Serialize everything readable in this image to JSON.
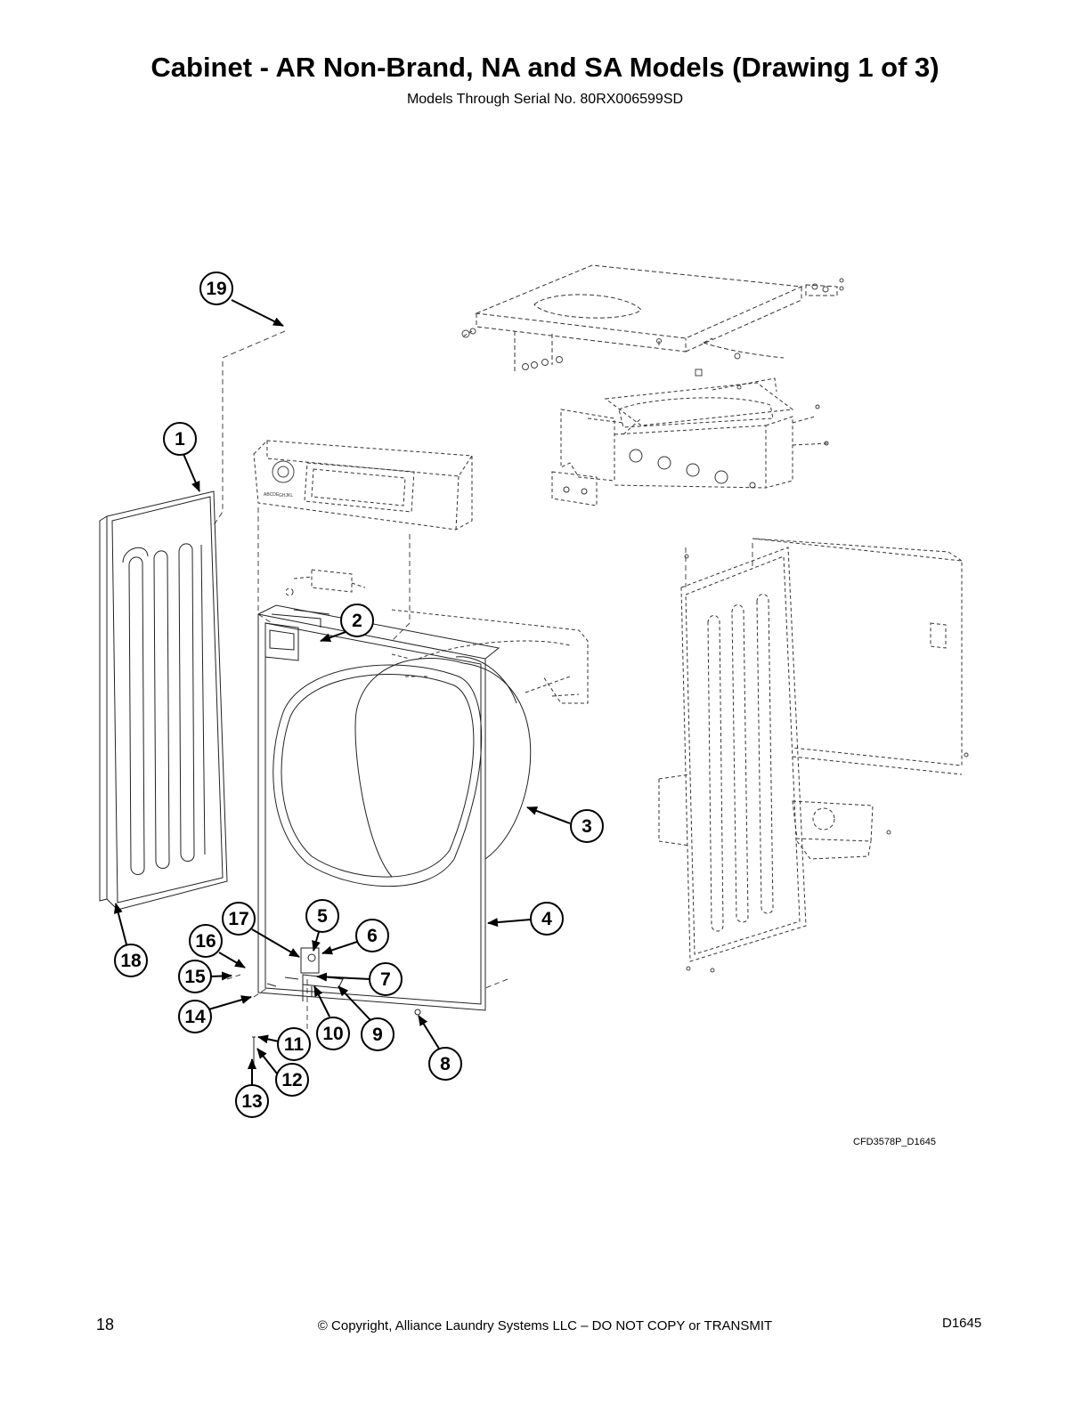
{
  "page": {
    "title": "Cabinet - AR Non-Brand, NA and SA Models (Drawing 1 of 3)",
    "subtitle": "Models Through Serial No. 80RX006599SD",
    "drawing_code": "CFD3578P_D1645",
    "page_number": "18",
    "copyright": "© Copyright, Alliance Laundry Systems LLC – DO NOT COPY or TRANSMIT",
    "doc_id": "D1645"
  },
  "callouts": [
    "1",
    "2",
    "3",
    "4",
    "5",
    "6",
    "7",
    "8",
    "9",
    "10",
    "11",
    "12",
    "13",
    "14",
    "15",
    "16",
    "17",
    "18",
    "19"
  ],
  "control_panel": {
    "dial_labels": [
      "ABCDE",
      "GHJKL"
    ]
  }
}
